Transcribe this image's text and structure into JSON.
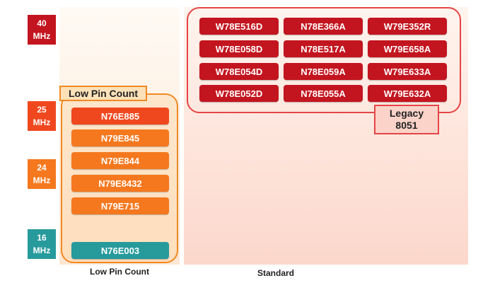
{
  "frequencies": [
    {
      "line1": "40",
      "line2": "MHz",
      "color": "#c3151f"
    },
    {
      "line1": "25",
      "line2": "MHz",
      "color": "#f0481e"
    },
    {
      "line1": "24",
      "line2": "MHz",
      "color": "#f5781e"
    },
    {
      "line1": "16",
      "line2": "MHz",
      "color": "#279a9c"
    }
  ],
  "legacy_group": {
    "label_line1": "Legacy",
    "label_line2": "8051",
    "chips": [
      [
        "W78E516D",
        "N78E366A",
        "W79E352R"
      ],
      [
        "W78E058D",
        "N78E517A",
        "W79E658A"
      ],
      [
        "W78E054D",
        "N78E059A",
        "W79E633A"
      ],
      [
        "W78E052D",
        "N78E055A",
        "W79E632A"
      ]
    ]
  },
  "low_pin_group": {
    "title": "Low Pin Count",
    "chips": [
      {
        "label": "N76E885",
        "color": "#f0481e"
      },
      {
        "label": "N79E845",
        "color": "#f5781e"
      },
      {
        "label": "N79E844",
        "color": "#f5781e"
      },
      {
        "label": "N79E8432",
        "color": "#f5781e"
      },
      {
        "label": "N79E715",
        "color": "#f5781e"
      },
      {
        "label": "N76E003",
        "color": "#279a9c"
      }
    ]
  },
  "columns": {
    "low_pin_count": "Low Pin Count",
    "standard": "Standard"
  }
}
